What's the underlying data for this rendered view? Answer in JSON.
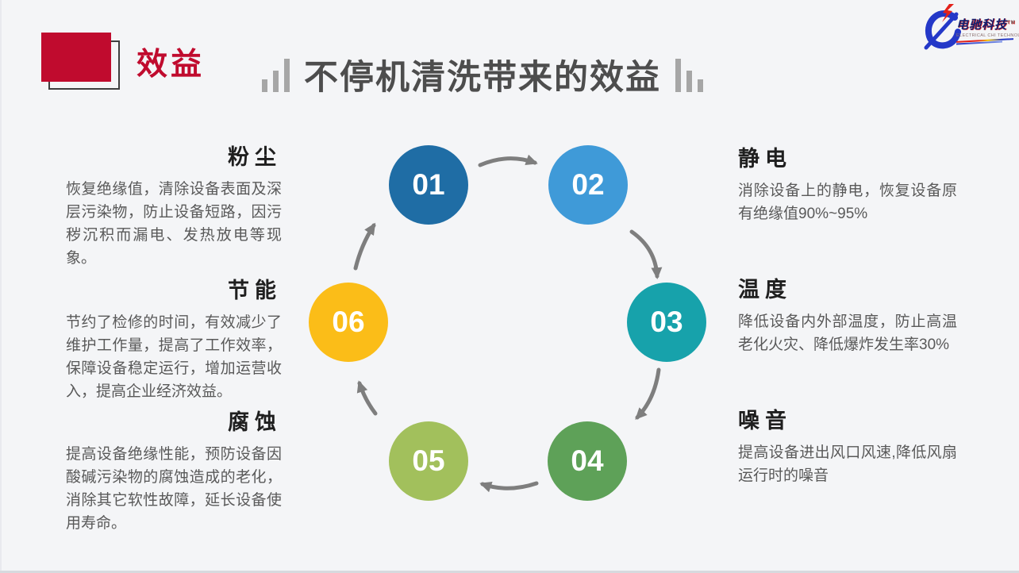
{
  "page": {
    "background": "#f4f5f7",
    "bottom_line_color": "#d7dade"
  },
  "header": {
    "section_label": "效益",
    "accent_color": "#c00b2e",
    "title": "不停机清洗带来的效益",
    "title_color": "#4d4d4d",
    "bar_color": "#a6a6a6"
  },
  "logo": {
    "company": "电驰科技",
    "trademark": "TM",
    "tagline": "ELECTRICAL CHI TECHNOLOGY",
    "swoosh_color": "#2438c8",
    "bolt_color": "#e3211a"
  },
  "cycle": {
    "arrow_color": "#7e7e7e",
    "steps": [
      {
        "number": "01",
        "color": "#1f6da5"
      },
      {
        "number": "02",
        "color": "#3f9ad8"
      },
      {
        "number": "03",
        "color": "#17a2ab"
      },
      {
        "number": "04",
        "color": "#5ea158"
      },
      {
        "number": "05",
        "color": "#a2c05c"
      },
      {
        "number": "06",
        "color": "#fbbd18"
      }
    ]
  },
  "benefits": {
    "left": [
      {
        "title": "粉尘",
        "body": "恢复绝缘值，清除设备表面及深层污染物，防止设备短路，因污秽沉积而漏电、发热放电等现象。"
      },
      {
        "title": "节能",
        "body": "节约了检修的时间，有效减少了维护工作量，提高了工作效率，保障设备稳定运行，增加运营收入，提高企业经济效益。"
      },
      {
        "title": "腐蚀",
        "body": "提高设备绝缘性能，预防设备因酸碱污染物的腐蚀造成的老化，消除其它软性故障，延长设备使用寿命。"
      }
    ],
    "right": [
      {
        "title": "静电",
        "body": "消除设备上的静电，恢复设备原有绝缘值90%~95%"
      },
      {
        "title": "温度",
        "body": "降低设备内外部温度，防止高温老化火灾、降低爆炸发生率30%"
      },
      {
        "title": "噪音",
        "body": "提高设备进出风口风速,降低风扇运行时的噪音"
      }
    ]
  }
}
